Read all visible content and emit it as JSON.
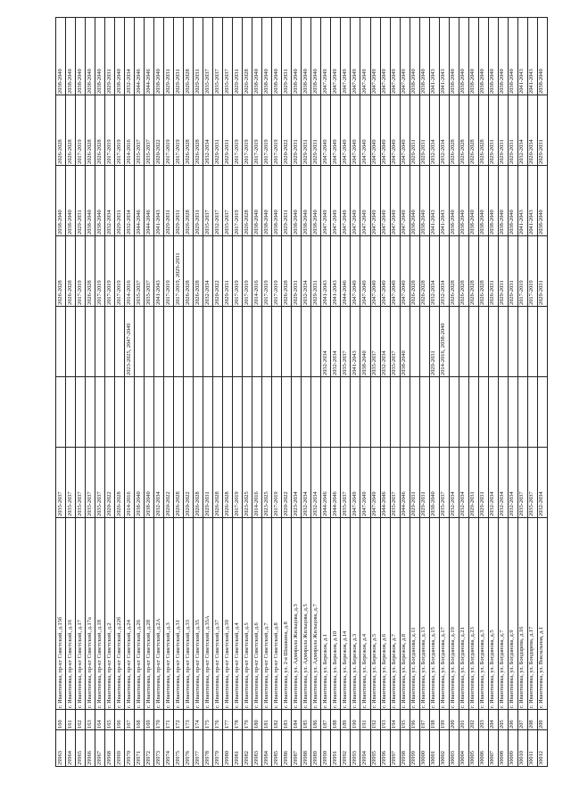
{
  "rows": [
    [
      "29963",
      "160",
      "г. Ивантеевка, пр-кт Советский, д.15б",
      "2035-2037",
      "",
      "",
      "2026-2028",
      "2038-2040",
      "2026-2028",
      "2038-2040"
    ],
    [
      "29964",
      "161",
      "г. Ивантеевка, пр-кт Советский, д.16",
      "2035-2037",
      "",
      "",
      "2026-2028",
      "2038-2040",
      "2026-2028",
      "2038-2040"
    ],
    [
      "29965",
      "162",
      "г. Ивантеевка, пр-кт Советский, д.17",
      "2035-2037",
      "",
      "",
      "2017-2019",
      "2029-2031",
      "2017-2019",
      "2038-2040"
    ],
    [
      "29966",
      "163",
      "г. Ивантеевка, пр-кт Советский, д.17а",
      "2035-2037",
      "",
      "",
      "2026-2028",
      "2038-2040",
      "2026-2028",
      "2038-2040"
    ],
    [
      "29967",
      "164",
      "г. Ивантеевка, пр-кт Советский, д.18",
      "2035-2037",
      "",
      "",
      "2017-2019",
      "2038-2040",
      "2026-2028",
      "2038-2040"
    ],
    [
      "29968",
      "165",
      "г. Ивантеевка, пр-кт Советский, д.2",
      "2020-2022",
      "",
      "",
      "2017-2019",
      "2032-2034",
      "2017-2019",
      "2029-2031"
    ],
    [
      "29969",
      "166",
      "г. Ивантеевка, пр-кт Советский, д.22б",
      "2026-2028",
      "",
      "",
      "2017-2019",
      "2029-2031",
      "2017-2019",
      "2038-2040"
    ],
    [
      "29970",
      "167",
      "г. Ивантеевка, пр-кт Советский, д.24",
      "2014-2016",
      "",
      "2023-2025, 2047-2049",
      "2014-2016",
      "2032-2034",
      "2014-2016",
      "2032-2034"
    ],
    [
      "29971",
      "168",
      "г. Ивантеевка, пр-кт Советский, д.26",
      "2038-2040",
      "",
      "",
      "2035-2037",
      "2044-2046",
      "2035-2037",
      "2044-2046"
    ],
    [
      "29972",
      "169",
      "г. Ивантеевка, пр-кт Советский, д.28",
      "2038-2040",
      "",
      "",
      "2035-2037",
      "2044-2046",
      "2035-2037",
      "2044-2046"
    ],
    [
      "29973",
      "170",
      "г. Ивантеевка, пр-кт Советский, д.2А",
      "2032-2034",
      "",
      "",
      "2041-2043",
      "2041-2043",
      "2020-2022",
      "2038-2040"
    ],
    [
      "29974",
      "171",
      "г. Ивантеевка, пр-кт Советский, д.3",
      "2020-2022",
      "",
      "",
      "2017-2019",
      "2029-2031",
      "2017-2019",
      "2029-2031"
    ],
    [
      "29975",
      "172",
      "г. Ивантеевка, пр-кт Советский, д.31",
      "2026-2028",
      "",
      "",
      "2017-2019, 2029-2031",
      "2029-2031",
      "2017-2019",
      "2029-2031"
    ],
    [
      "29976",
      "173",
      "г. Ивантеевка, пр-кт Советский, д.33",
      "2020-2022",
      "",
      "",
      "2026-2028",
      "2026-2028",
      "2026-2028",
      "2026-2028"
    ],
    [
      "29977",
      "174",
      "г. Ивантеевка, пр-кт Советский, д.35",
      "2026-2028",
      "",
      "",
      "2026-2028",
      "2029-2031",
      "2026-2028",
      "2029-2031"
    ],
    [
      "29978",
      "175",
      "г. Ивантеевка, пр-кт Советский, д.35А",
      "2029-2031",
      "",
      "",
      "2032-2034",
      "2035-2037",
      "2032-2034",
      "2035-2037"
    ],
    [
      "29979",
      "176",
      "г. Ивантеевка, пр-кт Советский, д.37",
      "2026-2028",
      "",
      "",
      "2020-2022",
      "2032-2037",
      "2029-2031",
      "2035-2037"
    ],
    [
      "29980",
      "177",
      "г. Ивантеевка, пр-кт Советский, д.39",
      "2026-2028",
      "",
      "",
      "2029-2031",
      "2035-2037",
      "2029-2031",
      "2035-2037"
    ],
    [
      "29981",
      "178",
      "г. Ивантеевка, пр-кт Советский, д.4",
      "2017-2019",
      "",
      "",
      "2017-2019",
      "2017-2019",
      "2017-2019",
      "2029-2031"
    ],
    [
      "29982",
      "179",
      "г. Ивантеевка, пр-кт Советский, д.5",
      "2023-2025",
      "",
      "",
      "2017-2019",
      "2026-2028",
      "2017-2019",
      "2026-2028"
    ],
    [
      "29983",
      "180",
      "г. Ивантеевка, пр-кт Советский, д.6",
      "2014-2016",
      "",
      "",
      "2014-2016",
      "2038-2040",
      "2017-2019",
      "2038-2040"
    ],
    [
      "29984",
      "181",
      "г. Ивантеевка, пр-кт Советский, д.7",
      "2023-2025",
      "",
      "",
      "2017-2019",
      "2038-2040",
      "2017-2019",
      "2038-2040"
    ],
    [
      "29985",
      "182",
      "г. Ивантеевка, пр-кт Советский, д.8",
      "2017-2019",
      "",
      "",
      "2017-2019",
      "2038-2040",
      "2017-2019",
      "2038-2040"
    ],
    [
      "29986",
      "183",
      "г. Ивантеевка, ул. 2-я Шашкина, д.8",
      "2020-2022",
      "",
      "",
      "2026-2028",
      "2029-2031",
      "2020-2022",
      "2029-2031"
    ],
    [
      "29987",
      "184",
      "г. Ивантеевка, ул. Адмирала Жильцова, д.3",
      "2023-2034",
      "",
      "",
      "2029-2031",
      "2038-2040",
      "2029-2031",
      "2038-2040"
    ],
    [
      "29988",
      "185",
      "г. Ивантеевка, ул. Адмирала Жильцова, д.5",
      "2032-2034",
      "",
      "",
      "2032-2034",
      "2038-2040",
      "2029-2031",
      "2038-2040"
    ],
    [
      "29989",
      "186",
      "г. Ивантеевка, ул. Адмирала Жильцова, д.7",
      "2032-2034",
      "",
      "",
      "2029-2031",
      "2038-2040",
      "2029-2031",
      "2038-2040"
    ],
    [
      "29990",
      "187",
      "г. Ивантеевка, ул. Бережок, д.1",
      "2044-2046",
      "",
      "2032-2034",
      "2041-2043",
      "2047-2049",
      "2047-2049",
      "2047-2049"
    ],
    [
      "29991",
      "188",
      "г. Ивантеевка, ул. Бережок, д.10",
      "2044-2046",
      "",
      "2032-2034",
      "2041-2043",
      "2047-2049",
      "2047-2049",
      "2047-2049"
    ],
    [
      "29992",
      "189",
      "г. Ивантеевка, ул. Бережок, д.14",
      "2035-2037",
      "",
      "2035-2037",
      "2044-2046",
      "2047-2049",
      "2047-2049",
      "2047-2049"
    ],
    [
      "29993",
      "190",
      "г. Ивантеевка, ул. Бережок, д.3",
      "2047-2049",
      "",
      "2041-2043",
      "2047-2049",
      "2047-2049",
      "2047-2049",
      "2047-2049"
    ],
    [
      "29994",
      "191",
      "г. Ивантеевка, ул. Бережок, д.4",
      "2047-2049",
      "",
      "2038-2040",
      "2047-2049",
      "2047-2049",
      "2047-2049",
      "2047-2049"
    ],
    [
      "29995",
      "192",
      "г. Ивантеевка, ул. Бережок, д.5",
      "2047-2049",
      "",
      "2035-2037",
      "2047-2049",
      "2047-2049",
      "2047-2049",
      "2047-2049"
    ],
    [
      "29996",
      "193",
      "г. Ивантеевка, ул. Бережок, д.6",
      "2044-2046",
      "",
      "2032-2034",
      "2047-2049",
      "2047-2049",
      "2047-2049",
      "2047-2049"
    ],
    [
      "29997",
      "194",
      "г. Ивантеевка, ул. Бережок, д.7",
      "2035-2037",
      "",
      "2035-2037",
      "2047-2049",
      "2047-2049",
      "2047-2049",
      "2047-2049"
    ],
    [
      "29998",
      "195",
      "г. Ивантеевка, ул. Бережок, д.8",
      "2044-2046",
      "",
      "2038-2040",
      "2047-2049",
      "2047-2049",
      "2047-2049",
      "2047-2049"
    ],
    [
      "29999",
      "196",
      "г. Ивантеевка, ул. Богданова, д.11",
      "2029-2031",
      "",
      "",
      "2026-2028",
      "2038-2040",
      "2029-2031",
      "2038-2040"
    ],
    [
      "30000",
      "197",
      "г. Ивантеевка, ул. Богданова, д.13",
      "2029-2031",
      "",
      "",
      "2026-2028",
      "2038-2040",
      "2029-2031",
      "2038-2040"
    ],
    [
      "30001",
      "198",
      "г. Ивантеевка, ул. Богданова, д.15",
      "2038-2040",
      "",
      "2029-2031",
      "2032-2034",
      "2041-2043",
      "2032-2034",
      "2041-2043"
    ],
    [
      "30002",
      "199",
      "г. Ивантеевка, ул. Богданова, д.17",
      "2035-2037",
      "",
      "2014-2016, 2038-2040",
      "2032-2034",
      "2041-2043",
      "2032-2034",
      "2041-2043"
    ],
    [
      "30003",
      "200",
      "г. Ивантеевка, ул. Богданова, д.19",
      "2032-2034",
      "",
      "",
      "2026-2028",
      "2038-2040",
      "2026-2028",
      "2038-2040"
    ],
    [
      "30004",
      "201",
      "г. Ивантеевка, ул. Богданова, д.21",
      "2032-2034",
      "",
      "",
      "2026-2028",
      "2038-2040",
      "2026-2028",
      "2038-2040"
    ],
    [
      "30005",
      "202",
      "г. Ивантеевка, ул. Богданова, д.23",
      "2029-2031",
      "",
      "",
      "2026-2028",
      "2038-2040",
      "2026-2028",
      "2038-2040"
    ],
    [
      "30006",
      "203",
      "г. Ивантеевка, ул. Богданова, д.3",
      "2029-2031",
      "",
      "",
      "2026-2028",
      "2038-2040",
      "2026-2028",
      "2038-2040"
    ],
    [
      "30007",
      "204",
      "г. Ивантеевка, ул. Богданова, д.5",
      "2032-2034",
      "",
      "",
      "2026-2031",
      "2038-2040",
      "2029-2031",
      "2038-2040"
    ],
    [
      "30008",
      "205",
      "г. Ивантеевка, ул. Богданова, д.7",
      "2032-2034",
      "",
      "",
      "2029-2031",
      "2038-2040",
      "2029-2031",
      "2038-2040"
    ],
    [
      "30009",
      "206",
      "г. Ивантеевка, ул. Богданова, д.9",
      "2032-2034",
      "",
      "",
      "2029-2031",
      "2038-2040",
      "2029-2031",
      "2038-2040"
    ],
    [
      "30010",
      "207",
      "г. Ивантеевка, ул. Бондарева, д.16",
      "2035-2037",
      "",
      "",
      "2017-2019",
      "2041-2043",
      "2032-2034",
      "2041-2043"
    ],
    [
      "30011",
      "208",
      "г. Ивантеевка, ул. Бондарева, д.17",
      "2035-2037",
      "",
      "",
      "2017-2019",
      "2041-2043",
      "2020-2034",
      "2041-2043"
    ],
    [
      "30012",
      "209",
      "г. Ивантеевка, ул. Вокзальная, д.1",
      "2032-2034",
      "",
      "",
      "2029-2031",
      "2038-2040",
      "2029-2031",
      "2038-2040"
    ]
  ]
}
